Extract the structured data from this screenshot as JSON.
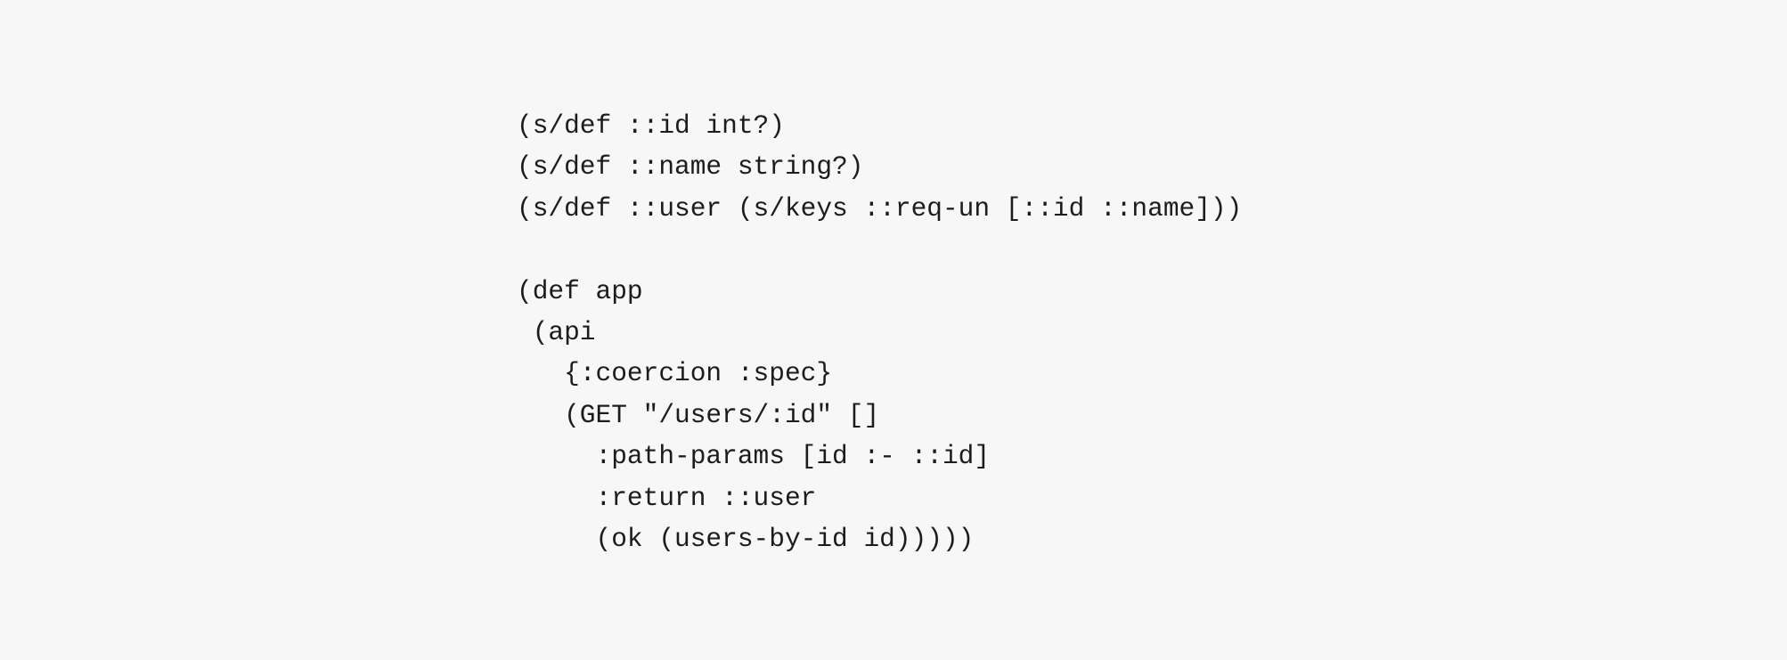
{
  "code": {
    "lines": [
      "(s/def ::id int?)",
      "(s/def ::name string?)",
      "(s/def ::user (s/keys ::req-un [::id ::name]))",
      "",
      "(def app",
      " (api",
      "   {:coercion :spec}",
      "   (GET \"/users/:id\" []",
      "     :path-params [id :- ::id]",
      "     :return ::user",
      "     (ok (users-by-id id)))))"
    ]
  }
}
